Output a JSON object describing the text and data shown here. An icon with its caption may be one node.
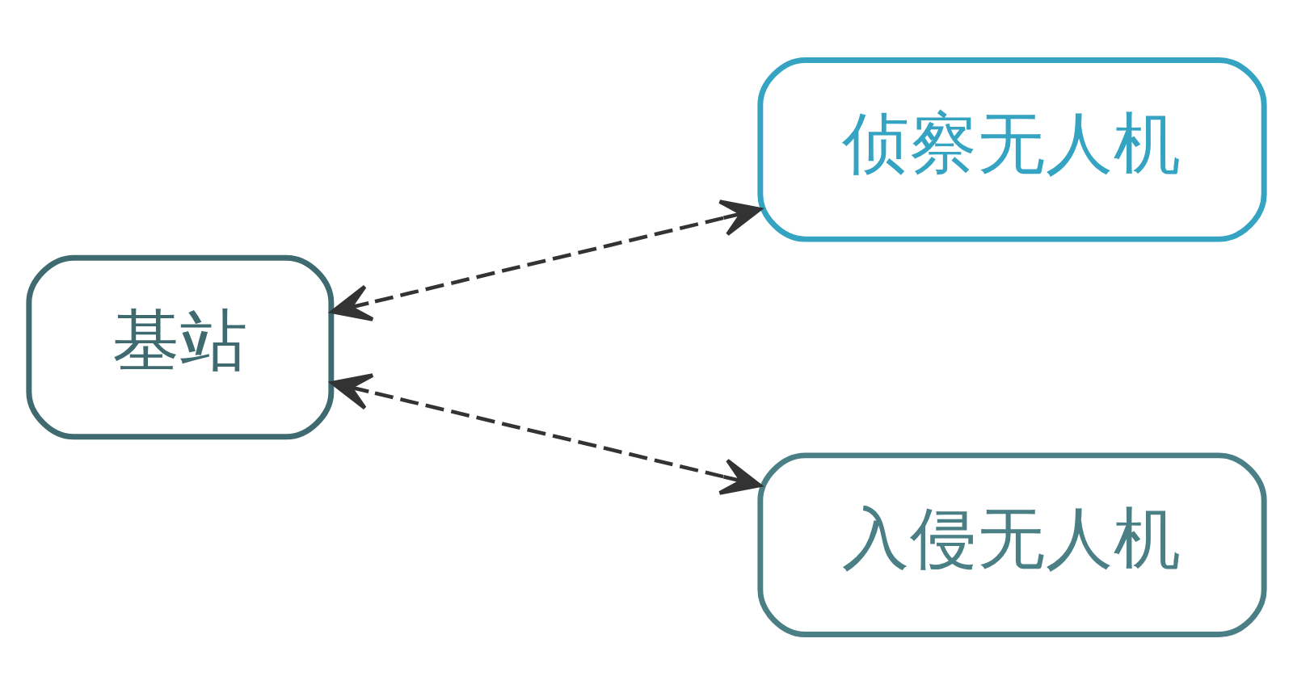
{
  "diagram": {
    "nodes": [
      {
        "text": [
          "基站"
        ]
      },
      {
        "text": [
          "侦察无人机"
        ]
      },
      {
        "text": [
          "入侵无人机"
        ]
      }
    ],
    "edges": [
      {
        "from": 1,
        "to": 0,
        "arrow": "both",
        "style": "dashed"
      },
      {
        "from": 2,
        "to": 0,
        "arrow": "both",
        "style": "dashed"
      }
    ]
  }
}
